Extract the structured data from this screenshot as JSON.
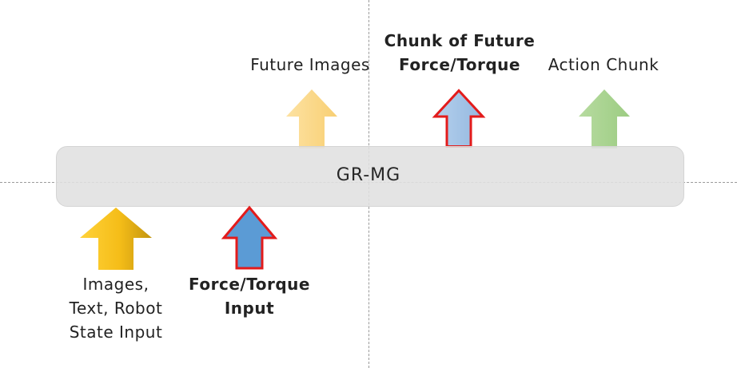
{
  "model": {
    "name": "GR-MG"
  },
  "outputs": [
    {
      "text": "Future Images",
      "bold": false
    },
    {
      "text": "Chunk of Future\nForce/Torque",
      "bold": true
    },
    {
      "text": "Action Chunk",
      "bold": false
    }
  ],
  "inputs": [
    {
      "text": "Images,\nText, Robot\nState Input",
      "bold": false
    },
    {
      "text": "Force/Torque\nInput",
      "bold": true
    }
  ],
  "colors": {
    "model_bar": "#e0e0e0",
    "future_images_arrow": "#fad98a",
    "future_ft_arrow": "#9dc3e6",
    "action_arrow": "#a9d18e",
    "images_input_arrow": "#f3c030",
    "ft_input_arrow": "#5b9bd5",
    "highlight_outline": "#e31b1b"
  }
}
